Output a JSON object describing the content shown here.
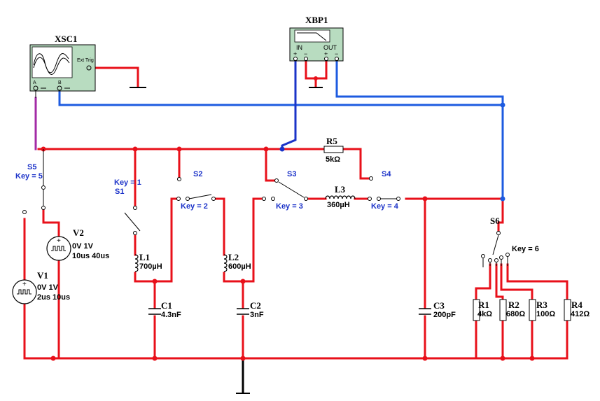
{
  "colors": {
    "wire_red": "#e8101a",
    "wire_blue": "#1d5be0",
    "wire_darkblue": "#1a33c8",
    "wire_purple": "#a32aa6",
    "instrument_fill": "#b8dcc0",
    "key_text": "#1c33c9"
  },
  "instruments": {
    "oscilloscope": {
      "ref": "XSC1",
      "ext_trig": "Ext Trig",
      "pin_a": "A",
      "pin_b": "B",
      "icon": "oscilloscope-icon"
    },
    "bode_plotter": {
      "ref": "XBP1",
      "pin_in": "IN",
      "pin_out": "OUT",
      "plus": "+",
      "minus": "−",
      "icon": "bode-plot-icon"
    }
  },
  "sources": [
    {
      "ref": "V1",
      "line1": "0V 1V",
      "line2": "2us 10us"
    },
    {
      "ref": "V2",
      "line1": "0V 1V",
      "line2": "10us 40us"
    }
  ],
  "resistors": [
    {
      "ref": "R5",
      "value": "5kΩ"
    },
    {
      "ref": "R1",
      "value": "4kΩ"
    },
    {
      "ref": "R2",
      "value": "680Ω"
    },
    {
      "ref": "R3",
      "value": "100Ω"
    },
    {
      "ref": "R4",
      "value": "412Ω"
    }
  ],
  "inductors": [
    {
      "ref": "L1",
      "value": "700µH"
    },
    {
      "ref": "L2",
      "value": "600µH"
    },
    {
      "ref": "L3",
      "value": "360µH"
    }
  ],
  "capacitors": [
    {
      "ref": "C1",
      "value": "4.3nF"
    },
    {
      "ref": "C2",
      "value": "3nF"
    },
    {
      "ref": "C3",
      "value": "200pF"
    }
  ],
  "switches": [
    {
      "ref": "S1",
      "key": "Key = 1"
    },
    {
      "ref": "S2",
      "key": "Key = 2"
    },
    {
      "ref": "S3",
      "key": "Key = 3"
    },
    {
      "ref": "S4",
      "key": "Key = 4"
    },
    {
      "ref": "S5",
      "key": "Key = 5"
    },
    {
      "ref": "S6",
      "key": "Key = 6"
    }
  ]
}
